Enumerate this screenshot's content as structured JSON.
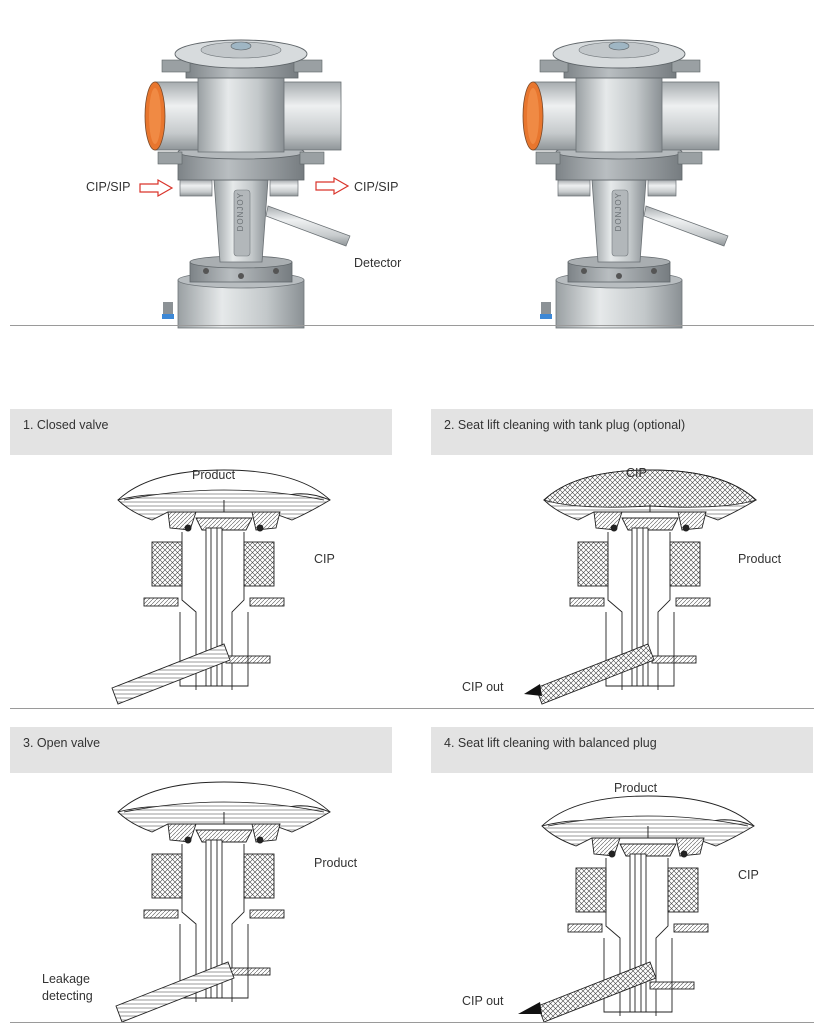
{
  "photo_labels": {
    "cip_sip_left": "CIP/SIP",
    "cip_sip_right": "CIP/SIP",
    "detector": "Detector",
    "brand_left": "DONJOY",
    "brand_right": "DONJOY"
  },
  "panels": [
    {
      "caption": "1.  Closed valve",
      "labels": [
        "Product",
        "CIP"
      ]
    },
    {
      "caption": "2. Seat lift cleaning with tank plug (optional)",
      "labels": [
        "CIP",
        "Product",
        "CIP out"
      ]
    },
    {
      "caption": "3. Open valve",
      "labels": [
        "Product",
        "Leakage",
        "detecting"
      ]
    },
    {
      "caption": "4. Seat lift cleaning with balanced plug",
      "labels": [
        "Product",
        "CIP",
        "CIP out"
      ]
    }
  ],
  "colors": {
    "caption_bg": "#e3e3e3",
    "metal": "#c8ccce",
    "metal_dark": "#8e9498",
    "pipe_inner": "#e8762e",
    "arrow": "#d9342b"
  }
}
